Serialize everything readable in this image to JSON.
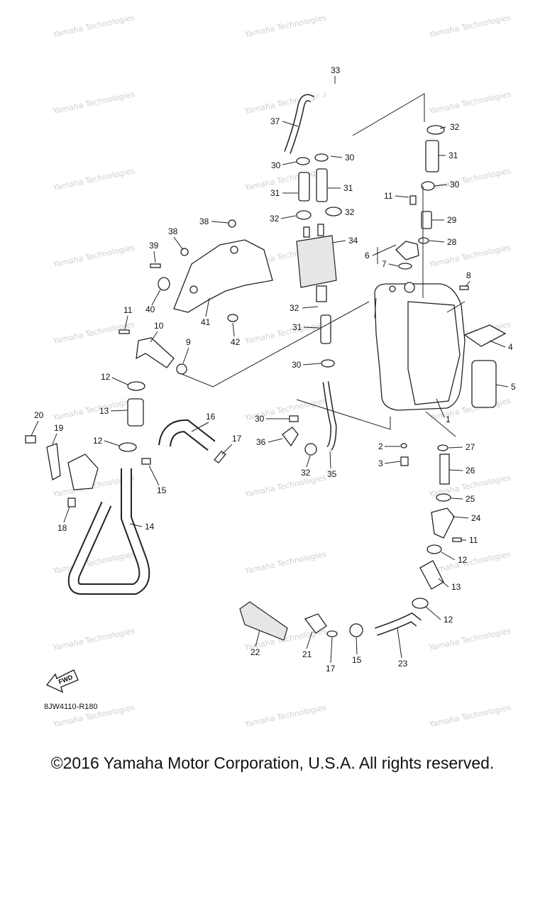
{
  "watermark_text": "Yamaha Technologies",
  "fwd_label": "FWD",
  "diagram_code": "8JW4110-R180",
  "copyright": "©2016 Yamaha Motor Corporation, U.S.A. All rights reserved.",
  "callouts": [
    "1",
    "2",
    "3",
    "4",
    "5",
    "6",
    "7",
    "8",
    "9",
    "10",
    "11",
    "12",
    "13",
    "14",
    "15",
    "16",
    "17",
    "18",
    "19",
    "20",
    "21",
    "22",
    "23",
    "24",
    "25",
    "26",
    "27",
    "28",
    "29",
    "30",
    "31",
    "32",
    "33",
    "34",
    "35",
    "36",
    "37",
    "38",
    "39",
    "40",
    "41",
    "42"
  ]
}
